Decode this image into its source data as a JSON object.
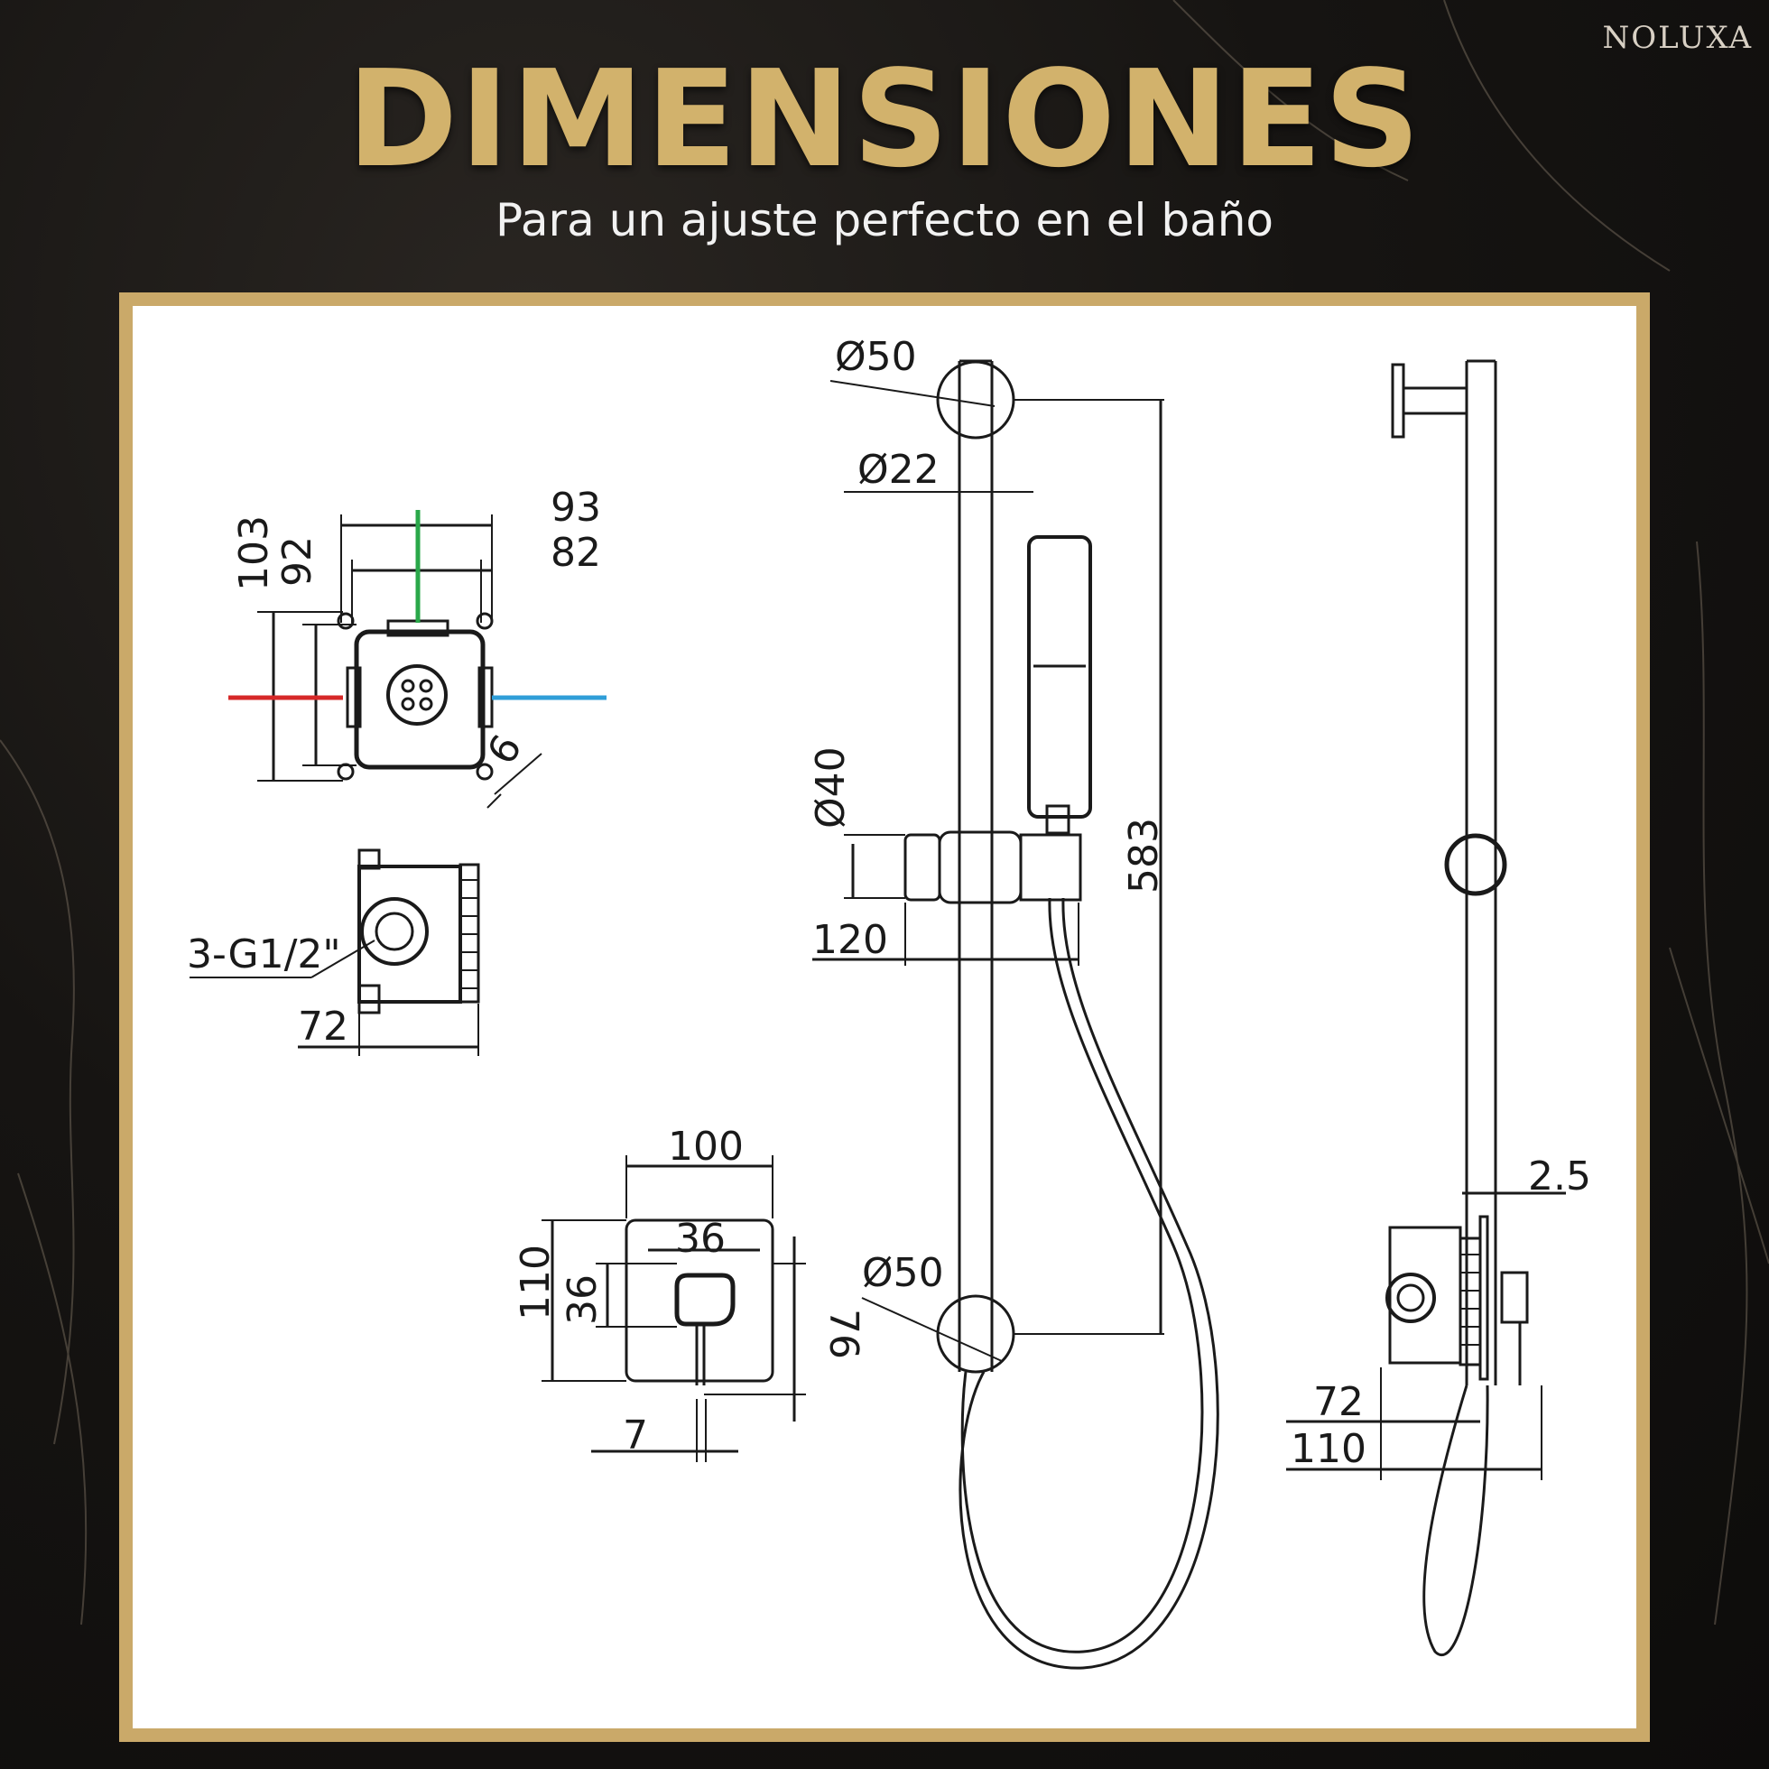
{
  "brand": "NOLUXA",
  "title": "DIMENSIONES",
  "subtitle": "Para un ajuste perfecto en el baño",
  "colors": {
    "gold": "#caa969",
    "title_gold": "#d2b26c",
    "hot_line": "#d62828",
    "cold_line": "#2f9ed8",
    "axis_line": "#2aa84a",
    "line": "#1a1a1a"
  },
  "dims": {
    "box_w_outer": "93",
    "box_w_inner": "82",
    "box_h_outer": "103",
    "box_h_inner": "92",
    "bracket": "6",
    "thread": "3-G1/2\"",
    "box_depth": "72",
    "plate_w": "100",
    "plate_h": "110",
    "knob_w": "36",
    "knob_h": "36",
    "lever_len": "76",
    "lever_d": "7",
    "bar_top_d": "Ø50",
    "bar_d": "Ø22",
    "holder_d": "Ø40",
    "holder_proj": "120",
    "bar_len": "583",
    "bar_bot_d": "Ø50",
    "plate_t": "2.5",
    "side_72": "72",
    "side_110": "110"
  }
}
